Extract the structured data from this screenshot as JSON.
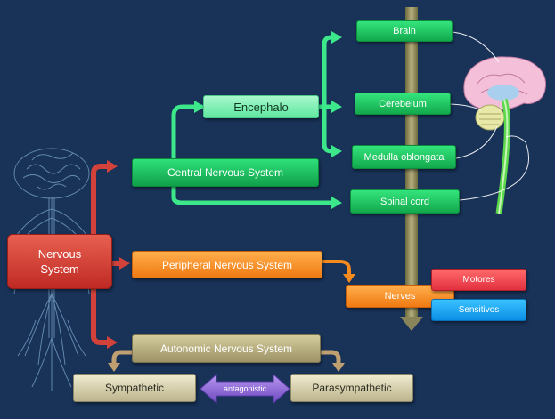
{
  "nodes": {
    "nervous_system": "Nervous\nSystem",
    "central": "Central Nervous System",
    "encephalo": "Encephalo",
    "brain": "Brain",
    "cerebelum": "Cerebelum",
    "medulla": "Medulla oblongata",
    "spinal": "Spinal cord",
    "peripheral": "Peripheral Nervous System",
    "nerves": "Nerves",
    "motores": "Motores",
    "sensitivos": "Sensitivos",
    "autonomic": "Autonomic Nervous System",
    "sympathetic": "Sympathetic",
    "parasympathetic": "Parasympathetic",
    "antagonistic": "antagonistic"
  },
  "colors": {
    "background": "#183258",
    "central": "#16b256",
    "peripheral": "#f58a1f",
    "autonomic": "#a8a074",
    "nervous_system": "#d63a32",
    "motores": "#ee3a48",
    "sensitivos": "#1aa0ee",
    "antagonistic": "#8e64d8"
  },
  "illustrations": [
    "nervous-body-figure",
    "brain-sagittal-figure",
    "spine-axis-arrow"
  ]
}
